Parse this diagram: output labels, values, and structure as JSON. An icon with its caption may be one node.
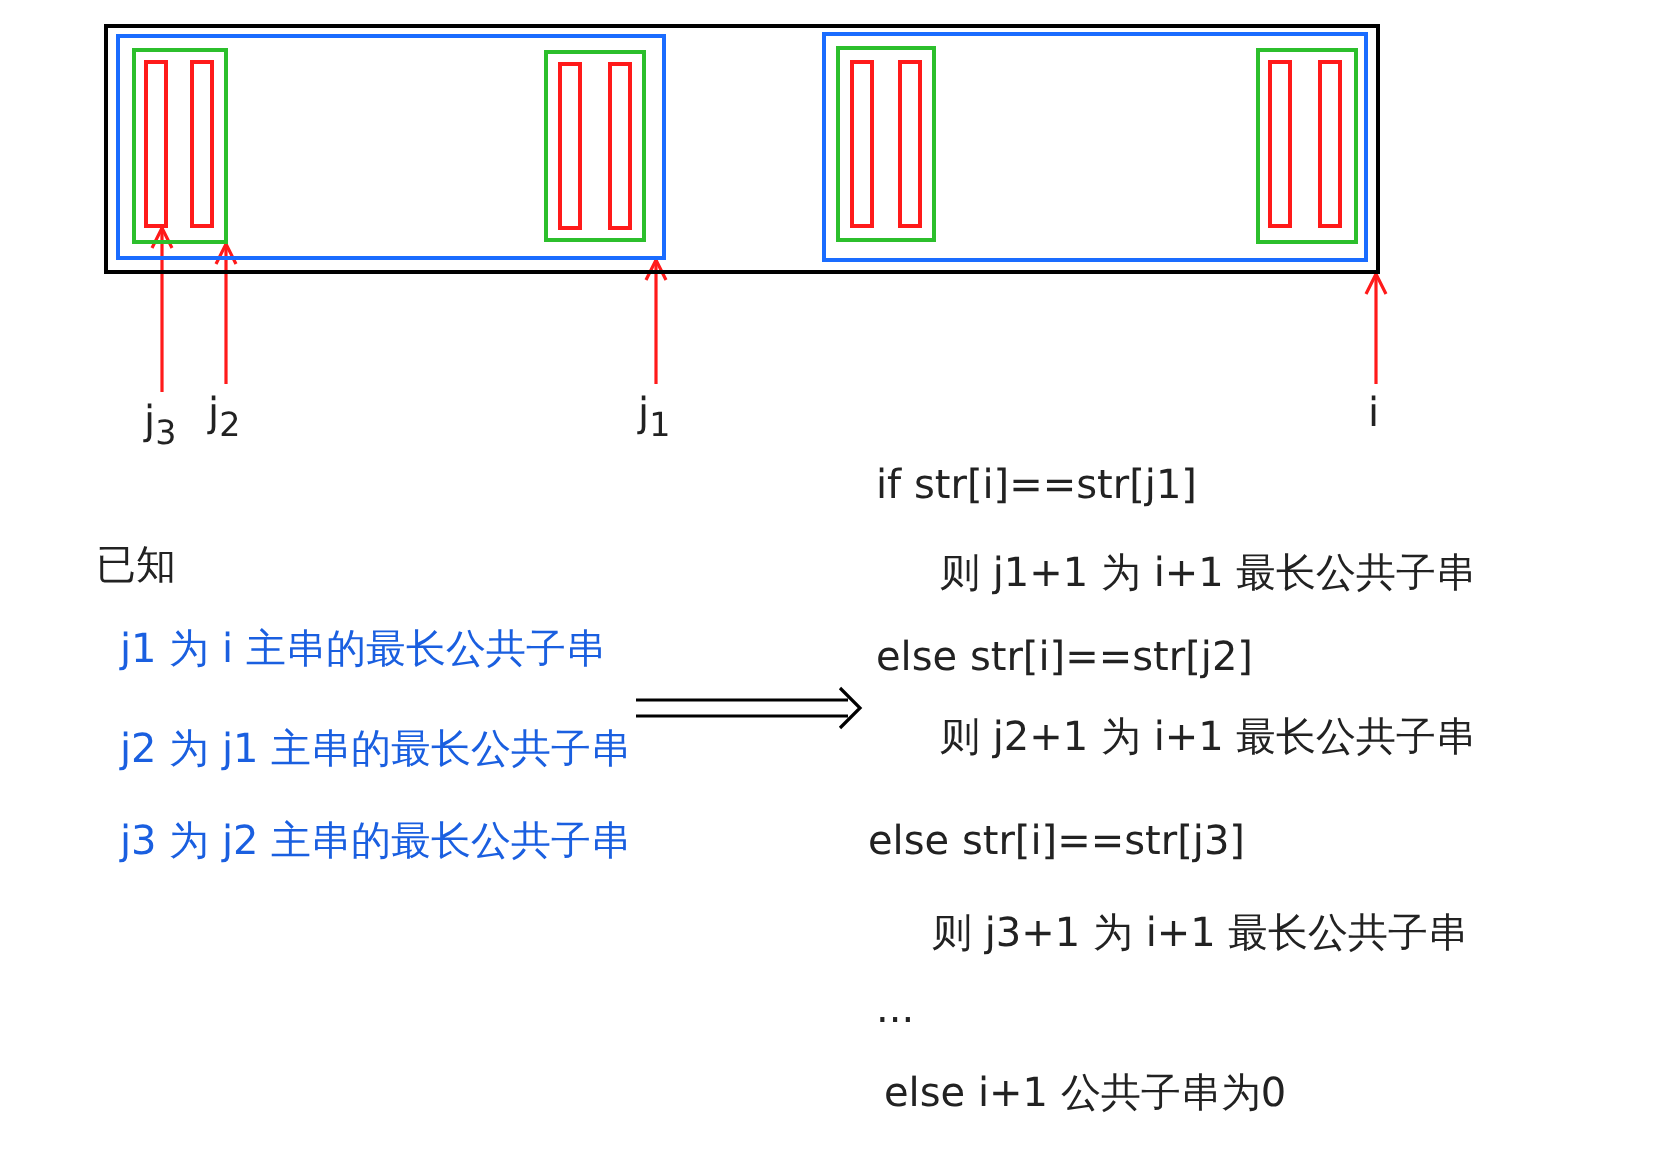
{
  "diagram": {
    "nodes": [
      {
        "text": [],
        "shape": "box"
      },
      {
        "text": [],
        "shape": "box",
        "in": 0
      },
      {
        "text": [],
        "shape": "box",
        "in": 1
      },
      {
        "text": [],
        "shape": "bar",
        "in": 2
      },
      {
        "text": [],
        "shape": "bar",
        "in": 2
      },
      {
        "text": [],
        "shape": "box",
        "in": 1
      },
      {
        "text": [],
        "shape": "bar",
        "in": 5
      },
      {
        "text": [],
        "shape": "bar",
        "in": 5
      },
      {
        "text": [],
        "shape": "box",
        "in": 0
      },
      {
        "text": [],
        "shape": "box",
        "in": 8
      },
      {
        "text": [],
        "shape": "bar",
        "in": 9
      },
      {
        "text": [],
        "shape": "bar",
        "in": 9
      },
      {
        "text": [],
        "shape": "box",
        "in": 8
      },
      {
        "text": [],
        "shape": "bar",
        "in": 12
      },
      {
        "text": [],
        "shape": "bar",
        "in": 12
      },
      {
        "text": [
          "j$_{3}$"
        ]
      },
      {
        "text": [
          "j$_{2}$"
        ]
      },
      {
        "text": [
          "j$_{1}$"
        ]
      },
      {
        "text": [
          "i"
        ]
      },
      {
        "text": [
          "已知",
          "j1 为 i 主串的最长公共子串",
          "j2 为 j1 主串的最长公共子串",
          "j3 为 j2 主串的最长公共子串"
        ]
      },
      {
        "text": [
          "if str[i]==str[j1]",
          "则 j1+1 为 i+1 最长公共子串",
          "else str[i]==str[j2]",
          "则 j2+1 为 i+1 最长公共子串",
          "else str[i]==str[j3]",
          "则 j3+1 为 i+1 最长公共子串",
          "...",
          "else i+1 公共子串为0"
        ]
      }
    ],
    "edges": [
      {
        "from": 15,
        "to": 3,
        "arrow": "to"
      },
      {
        "from": 16,
        "to": 2,
        "arrow": "to"
      },
      {
        "from": 17,
        "to": 1,
        "arrow": "to"
      },
      {
        "from": 18,
        "to": 0,
        "arrow": "to"
      },
      {
        "from": 19,
        "to": 20,
        "arrow": "to",
        "color": "#000000"
      }
    ]
  }
}
